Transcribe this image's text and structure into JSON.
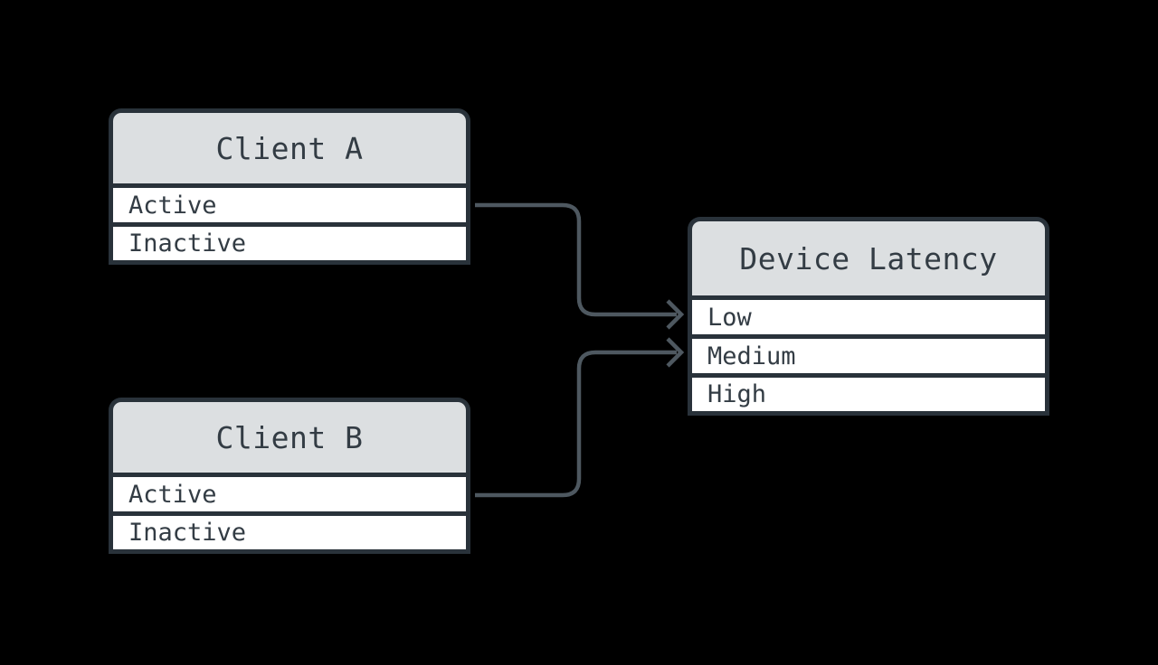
{
  "diagram": {
    "type": "entity-relationship-flow",
    "background": "#000000",
    "colors": {
      "box_border": "#29323a",
      "header_fill": "#dcdfe1",
      "row_fill": "#ffffff",
      "text": "#333c44",
      "arrow": "#4e5860"
    },
    "nodes": [
      {
        "id": "client-a",
        "title": "Client A",
        "rows": [
          "Active",
          "Inactive"
        ]
      },
      {
        "id": "client-b",
        "title": "Client B",
        "rows": [
          "Active",
          "Inactive"
        ]
      },
      {
        "id": "device-latency",
        "title": "Device Latency",
        "rows": [
          "Low",
          "Medium",
          "High"
        ]
      }
    ],
    "edges": [
      {
        "from": "Client A / Active",
        "to": "Device Latency / Low"
      },
      {
        "from": "Client B / Active",
        "to": "Device Latency / Medium"
      }
    ]
  }
}
